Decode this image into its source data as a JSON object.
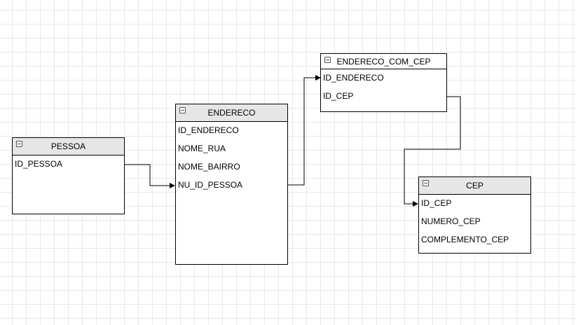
{
  "diagram": {
    "colors": {
      "header_fill": "#e6e6e6",
      "border": "#000000",
      "grid_line": "#e8e8e8",
      "background": "#ffffff"
    },
    "tables": {
      "pessoa": {
        "title": "PESSOA",
        "fields": [
          "ID_PESSOA"
        ]
      },
      "endereco": {
        "title": "ENDERECO",
        "fields": [
          "ID_ENDERECO",
          "NOME_RUA",
          "NOME_BAIRRO",
          "NU_ID_PESSOA"
        ]
      },
      "endereco_com_cep": {
        "title": "ENDERECO_COM_CEP",
        "fields": [
          "ID_ENDERECO",
          "ID_CEP"
        ]
      },
      "cep": {
        "title": "CEP",
        "fields": [
          "ID_CEP",
          "NUMERO_CEP",
          "COMPLEMENTO_CEP"
        ]
      }
    },
    "relationships": [
      {
        "from": "PESSOA.ID_PESSOA",
        "to": "ENDERECO.NU_ID_PESSOA"
      },
      {
        "from": "ENDERECO.NU_ID_PESSOA",
        "to": "ENDERECO_COM_CEP.ID_ENDERECO"
      },
      {
        "from": "ENDERECO_COM_CEP.ID_CEP",
        "to": "CEP.ID_CEP"
      }
    ]
  }
}
